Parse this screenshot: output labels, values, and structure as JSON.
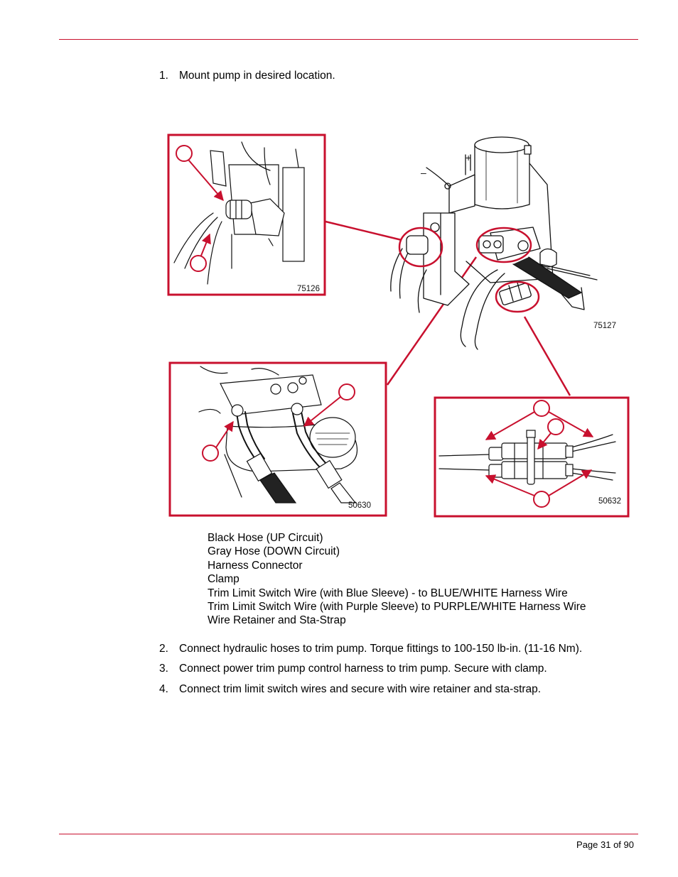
{
  "steps": [
    {
      "num": "1.",
      "text": "Mount pump in desired location."
    },
    {
      "num": "2.",
      "text": "Connect hydraulic hoses to trim pump. Torque fittings to 100-150 lb-in. (11-16 Nm)."
    },
    {
      "num": "3.",
      "text": "Connect power trim pump control harness to trim pump. Secure with clamp."
    },
    {
      "num": "4.",
      "text": "Connect trim limit switch wires and secure with wire retainer and sta-strap."
    }
  ],
  "figure": {
    "codes": {
      "inset_top_left": "75126",
      "main": "75127",
      "inset_bottom_left": "50630",
      "inset_bottom_right": "50632"
    },
    "motor_terminals": {
      "plus": "+",
      "minus": "–"
    },
    "colors": {
      "accent": "#c8102e",
      "line": "#111111"
    }
  },
  "legend": [
    "Black Hose (UP Circuit)",
    "Gray Hose (DOWN Circuit)",
    "Harness Connector",
    "Clamp",
    "Trim Limit Switch Wire (with Blue Sleeve) - to BLUE/WHITE Harness Wire",
    "Trim Limit Switch Wire (with Purple Sleeve) to PURPLE/WHITE Harness Wire",
    "Wire Retainer and Sta-Strap"
  ],
  "footer": {
    "page": "Page 31 of 90"
  }
}
